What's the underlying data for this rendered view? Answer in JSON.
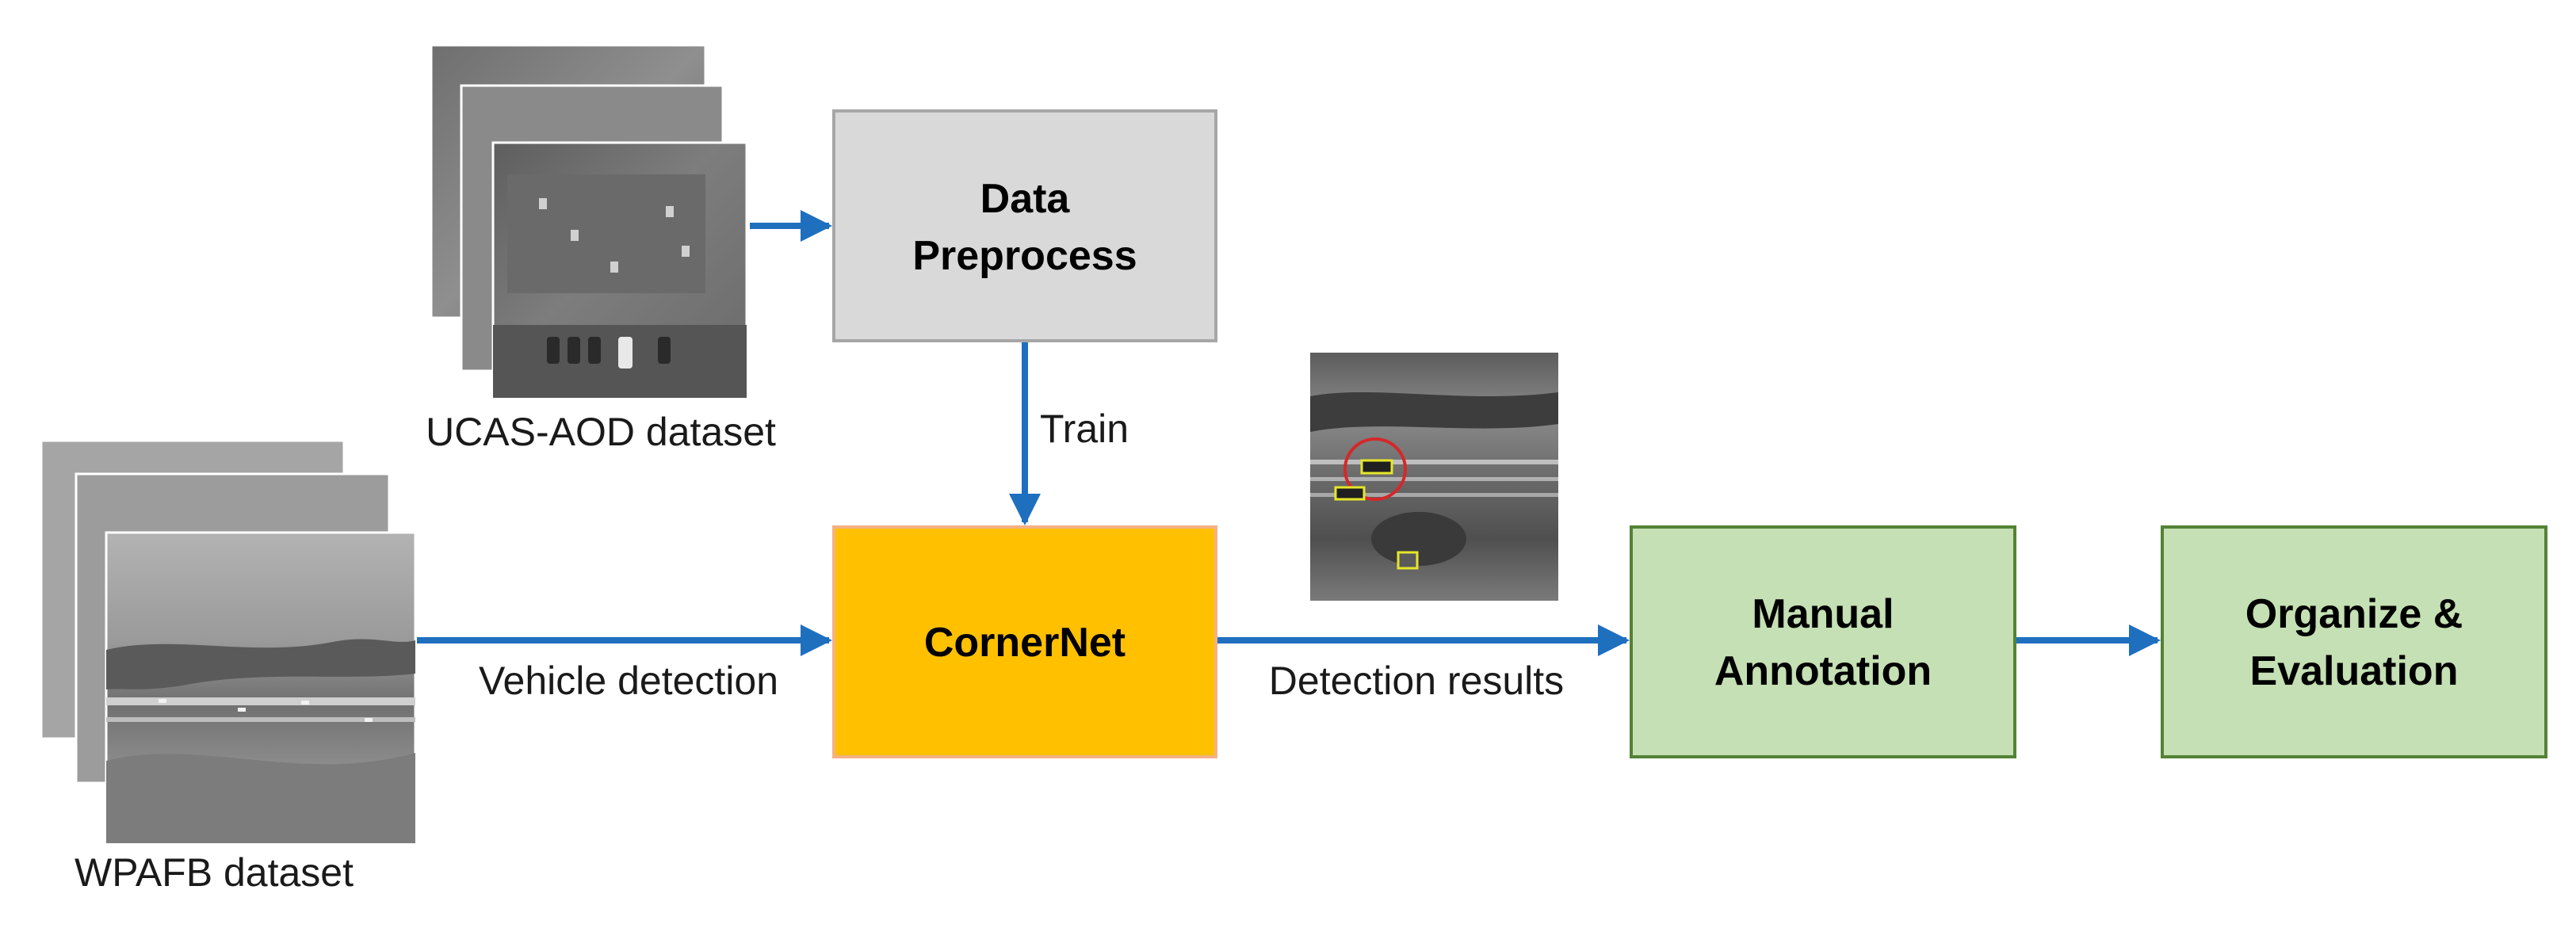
{
  "datasets": {
    "ucas": {
      "label": "UCAS-AOD dataset"
    },
    "wpafb": {
      "label": "WPAFB dataset"
    }
  },
  "boxes": {
    "preprocess": {
      "line1": "Data",
      "line2": "Preprocess",
      "fill": "#d9d9d9",
      "stroke": "#a6a6a6"
    },
    "cornernet": {
      "line1": "CornerNet",
      "fill": "#ffc000",
      "stroke": "#f4b183"
    },
    "manual": {
      "line1": "Manual",
      "line2": "Annotation",
      "fill": "#c5e0b4",
      "stroke": "#548235"
    },
    "organize": {
      "line1": "Organize &",
      "line2": "Evaluation",
      "fill": "#c5e0b4",
      "stroke": "#548235"
    }
  },
  "edges": {
    "train": "Train",
    "vehicle_detection": "Vehicle detection",
    "detection_results": "Detection results"
  },
  "colors": {
    "arrow": "#1f6fbf",
    "highlight_circle": "#d62728",
    "highlight_box": "#e6e62a"
  }
}
